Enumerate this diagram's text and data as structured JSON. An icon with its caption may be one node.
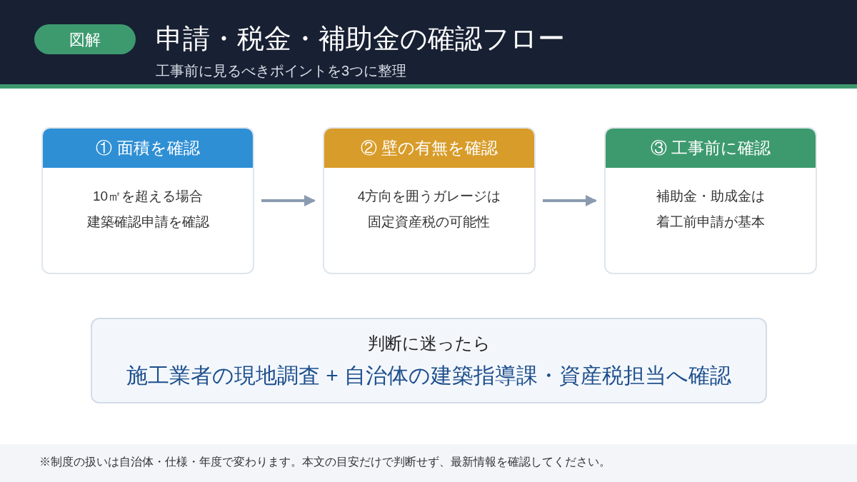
{
  "diagram": {
    "title": "申請・税金・補助金の確認フロー",
    "nodes": [
      {
        "text": [
          "図解"
        ]
      },
      {
        "text": [
          "① 面積を確認",
          "10㎡を超える場合建築確認申請を確認"
        ]
      },
      {
        "text": [
          "② 壁の有無を確認",
          "4方向を囲うガレージは固定資産税の可能性"
        ]
      },
      {
        "text": [
          "③ 工事前に確認",
          "補助金・助成金は着工前申請が基本"
        ]
      },
      {
        "text": [
          "判断に迷ったら",
          "施工業者の現地調査 + 自治体の建築指導課・資産税担当へ確認"
        ]
      }
    ],
    "edges": [
      {
        "from": 1,
        "to": 2,
        "arrow": "to"
      },
      {
        "from": 2,
        "to": 3,
        "arrow": "to"
      }
    ],
    "labels": [
      "工事前に見るべきポイントを3つに整理",
      "※制度の扱いは自治体・仕様・年度で変わります。本文の目安だけで判断せず、最新情報を確認してください。"
    ]
  }
}
